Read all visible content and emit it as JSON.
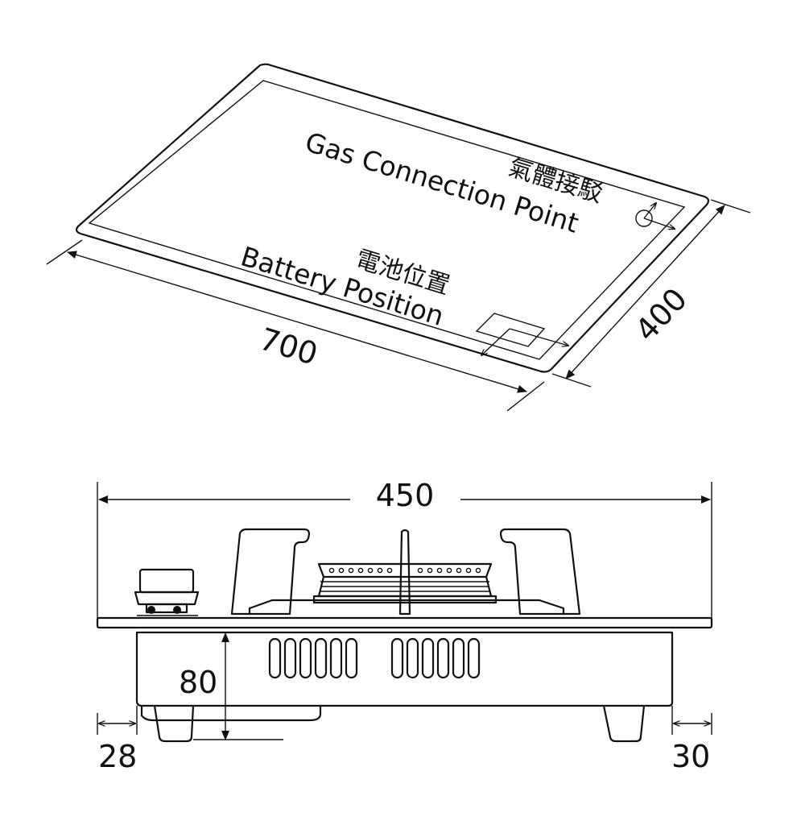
{
  "top_view": {
    "gas_label_zh": "氣體接駁",
    "gas_label_en": "Gas Connection Point",
    "battery_label_zh": "電池位置",
    "battery_label_en": "Battery Position",
    "dim_length": "700",
    "dim_depth": "400"
  },
  "side_view": {
    "dim_width": "450",
    "dim_height": "80",
    "dim_left_offset": "28",
    "dim_right_offset": "30"
  }
}
